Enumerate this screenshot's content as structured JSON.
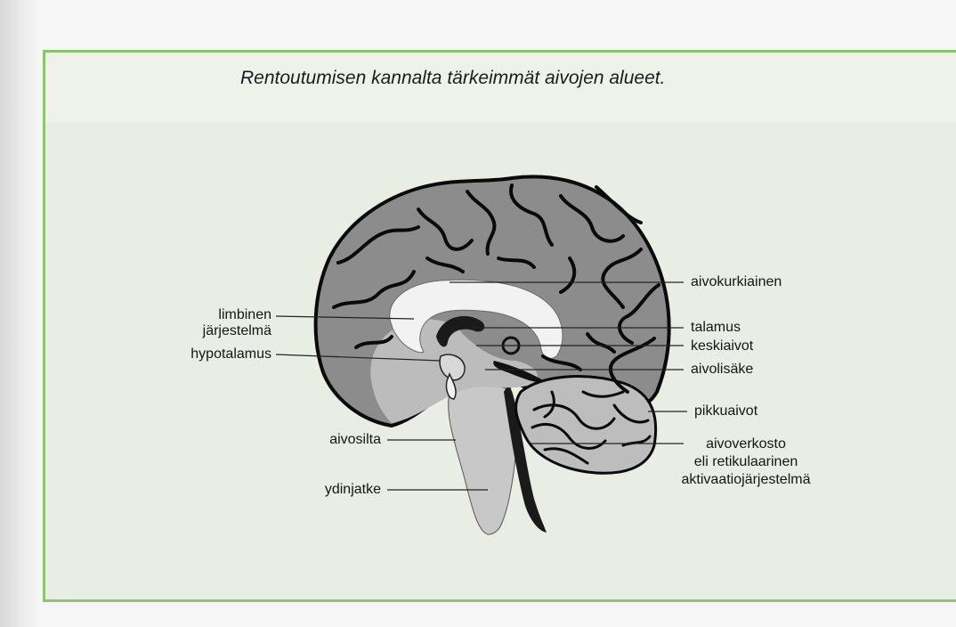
{
  "title": "Rentoutumisen kannalta tärkeimmät aivojen alueet.",
  "labels": {
    "aivokurkiainen": "aivokurkiainen",
    "limbinen_line1": "limbinen",
    "limbinen_line2": "järjestelmä",
    "talamus": "talamus",
    "keskiaivot": "keskiaivot",
    "hypotalamus": "hypotalamus",
    "aivolisake": "aivolisäke",
    "pikkuaivot": "pikkuaivot",
    "aivosilta": "aivosilta",
    "aivoverkosto_line1": "aivoverkosto",
    "aivoverkosto_line2": "eli retikulaarinen",
    "aivoverkosto_line3": "aktivaatiojärjestelmä",
    "ydinjatke": "ydinjatke"
  },
  "colors": {
    "frame_green": "#8cc46f",
    "cortex_gray": "#8a8a8a",
    "light_gray": "#c9c9c9",
    "highlight_white": "#f2f2f2",
    "outline_black": "#0a0a0a"
  }
}
